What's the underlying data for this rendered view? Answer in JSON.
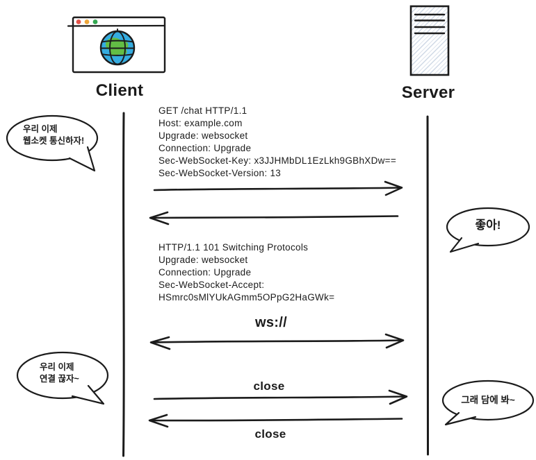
{
  "diagram": {
    "title_hint": "WebSocket handshake sequence diagram (hand-drawn style)",
    "client": {
      "label": "Client",
      "icon": "browser-globe-icon"
    },
    "server": {
      "label": "Server",
      "icon": "server-tower-icon"
    },
    "colors": {
      "stroke": "#1b1b1b",
      "globe_blue": "#35ace0",
      "globe_green": "#63bd45",
      "dot_red": "#e35349",
      "dot_yellow": "#eda63a",
      "dot_green": "#34a852",
      "server_hatch": "#c9d4e2"
    },
    "messages": [
      {
        "type": "request",
        "direction": "client-to-server",
        "text": "GET /chat HTTP/1.1\nHost: example.com\nUpgrade: websocket\nConnection: Upgrade\nSec-WebSocket-Key: x3JJHMbDL1EzLkh9GBhXDw==\nSec-WebSocket-Version: 13"
      },
      {
        "type": "response",
        "direction": "server-to-client",
        "text": "HTTP/1.1 101 Switching Protocols\nUpgrade: websocket\nConnection: Upgrade\nSec-WebSocket-Accept: HSmrc0sMlYUkAGmm5OPpG2HaGWk="
      },
      {
        "type": "channel",
        "direction": "bidirectional",
        "label": "ws://"
      },
      {
        "type": "close",
        "direction": "client-to-server",
        "label": "close"
      },
      {
        "type": "close",
        "direction": "server-to-client",
        "label": "close"
      }
    ],
    "speech_bubbles": [
      {
        "speaker": "client",
        "text": "우리 이제\n웹소켓 통신하자!"
      },
      {
        "speaker": "server",
        "text": "좋아!"
      },
      {
        "speaker": "client",
        "text": "우리 이제\n연결 끊자~"
      },
      {
        "speaker": "server",
        "text": "그래 담에 봐~"
      }
    ]
  }
}
